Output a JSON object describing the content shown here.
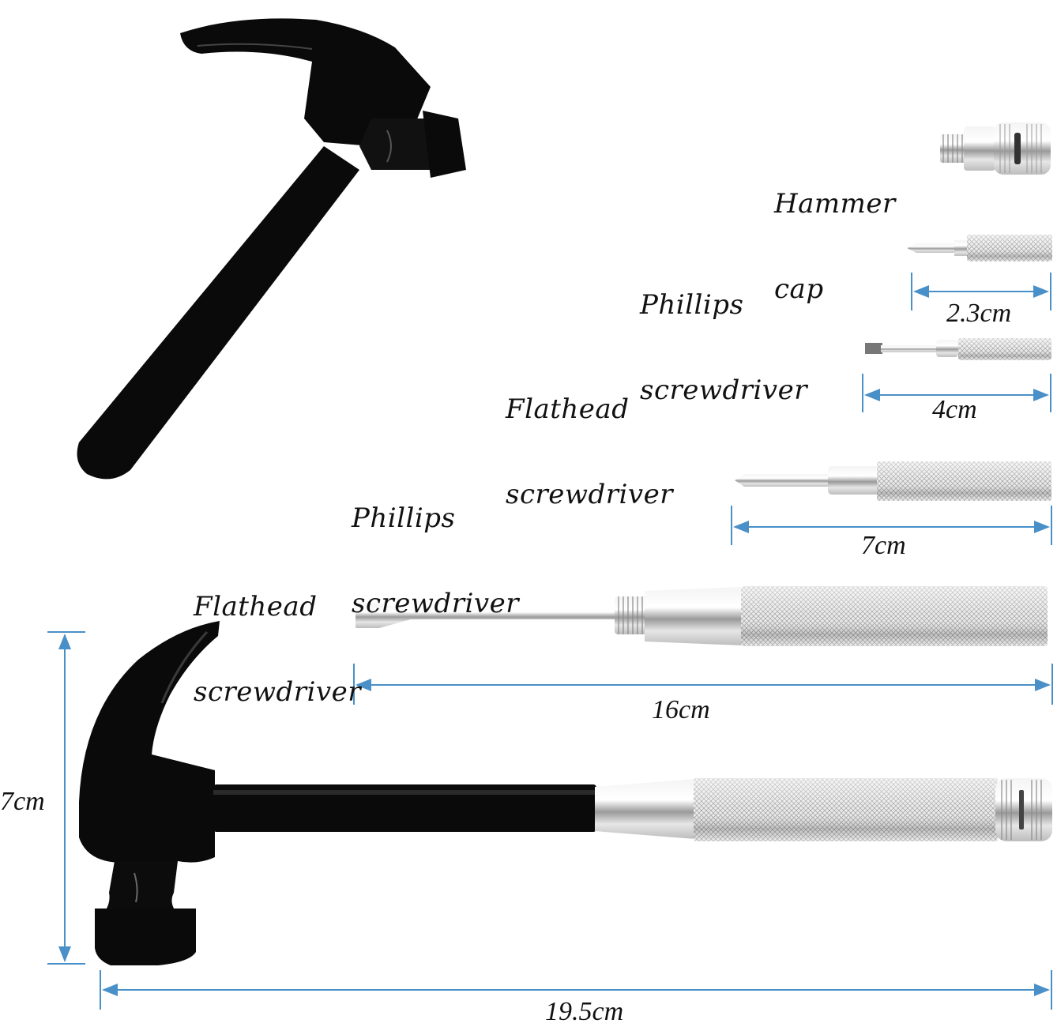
{
  "colors": {
    "background": "#ffffff",
    "dimension_line": "#4a90c8",
    "hammer": "#0a0a0a",
    "metal": "#d8d8d8",
    "text": "#111111"
  },
  "parts": [
    {
      "id": "hammer-cap",
      "label_line1": "Hammer",
      "label_line2": "cap",
      "dimension": ""
    },
    {
      "id": "phillips-small",
      "label_line1": "Phillips",
      "label_line2": "screwdriver",
      "dimension": "2.3cm"
    },
    {
      "id": "flathead-small",
      "label_line1": "Flathead",
      "label_line2": "screwdriver",
      "dimension": "4cm"
    },
    {
      "id": "phillips-medium",
      "label_line1": "Phillips",
      "label_line2": "screwdriver",
      "dimension": "7cm"
    },
    {
      "id": "flathead-large",
      "label_line1": "Flathead",
      "label_line2": "screwdriver",
      "dimension": "16cm"
    }
  ],
  "assembled_tool": {
    "height_label": "7cm",
    "length_label": "19.5cm"
  }
}
